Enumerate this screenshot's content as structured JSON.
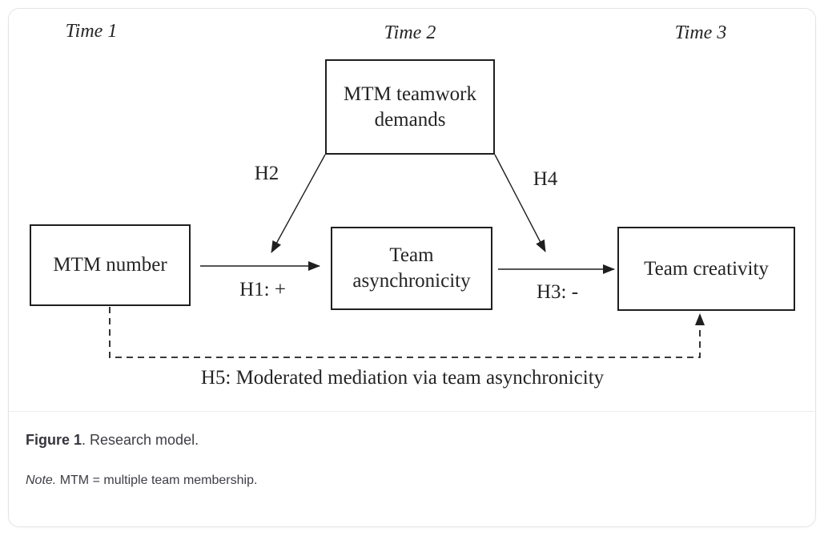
{
  "figure": {
    "time_headers": [
      {
        "label": "Time 1"
      },
      {
        "label": "Time 2"
      },
      {
        "label": "Time 3"
      }
    ],
    "boxes": [
      {
        "id": "mtm-number",
        "label": "MTM number"
      },
      {
        "id": "mtm-teamwork-demands",
        "label": "MTM teamwork demands"
      },
      {
        "id": "team-asynchronicity",
        "label": "Team asynchronicity"
      },
      {
        "id": "team-creativity",
        "label": "Team creativity"
      }
    ],
    "paths": [
      {
        "id": "H1",
        "label": "H1: +",
        "from": "MTM number",
        "to": "Team asynchronicity",
        "line": "solid"
      },
      {
        "id": "H2",
        "label": "H2",
        "from": "MTM teamwork demands",
        "to": "H1 path",
        "line": "solid"
      },
      {
        "id": "H3",
        "label": "H3: -",
        "from": "Team asynchronicity",
        "to": "Team creativity",
        "line": "solid"
      },
      {
        "id": "H4",
        "label": "H4",
        "from": "MTM teamwork demands",
        "to": "H3 path",
        "line": "solid"
      },
      {
        "id": "H5",
        "label": "H5: Moderated mediation via team asynchronicity",
        "from": "MTM number",
        "to": "Team creativity",
        "line": "dashed"
      }
    ],
    "colors": {
      "stroke": "#1f1f1f",
      "diagram_text": "#242424",
      "caption_text": "#3d3d44",
      "card_border": "#e4e4e7",
      "divider": "#ececee",
      "background": "#ffffff"
    }
  },
  "caption": {
    "figure_label": "Figure 1",
    "figure_text": ". Research model.",
    "note_label": "Note.",
    "note_text": " MTM = multiple team membership."
  }
}
